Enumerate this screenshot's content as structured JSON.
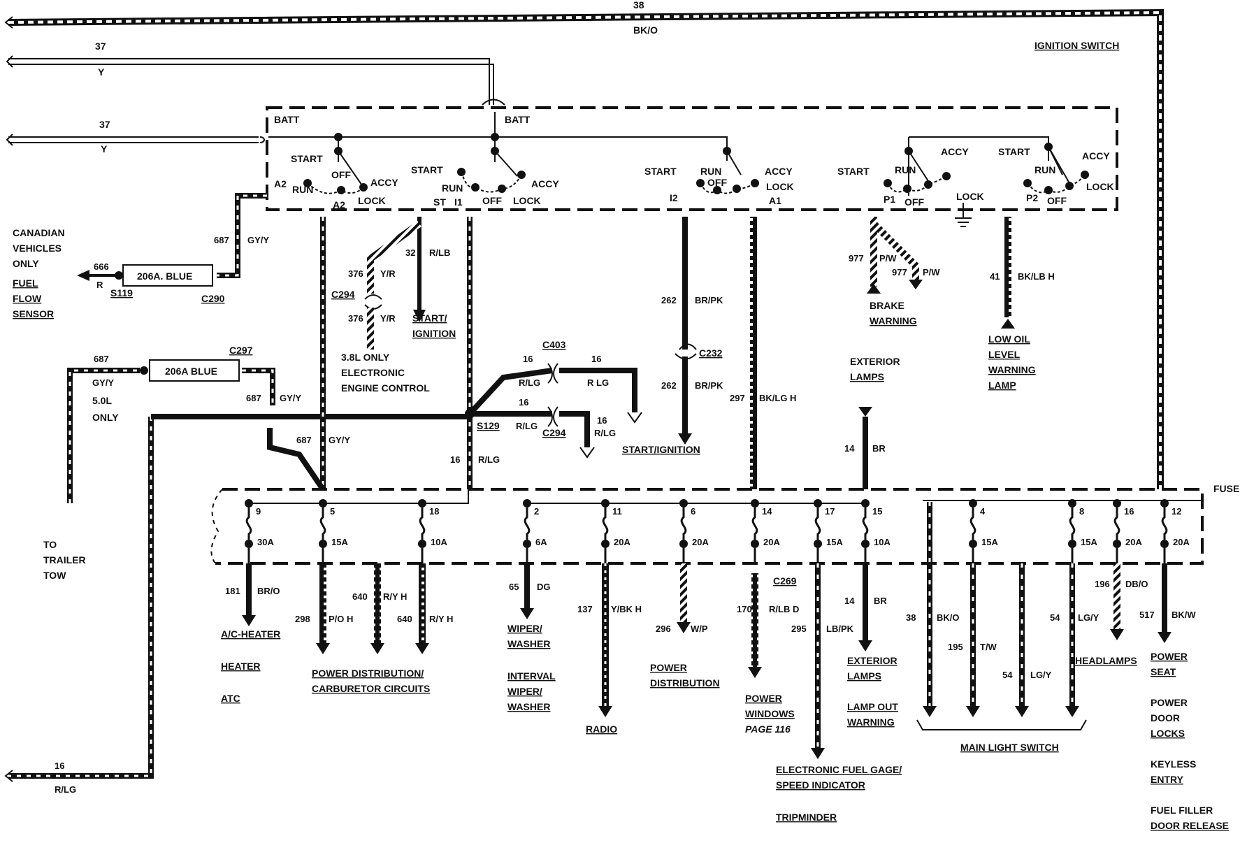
{
  "wires": {
    "w38": {
      "num": "38",
      "color": "BK/O"
    },
    "w37a": {
      "num": "37",
      "color": "Y"
    },
    "w37b": {
      "num": "37",
      "color": "Y"
    },
    "w687": {
      "num": "687",
      "color": "GY/Y"
    },
    "w666": {
      "num": "666",
      "color": "R"
    },
    "w687b": {
      "num": "687",
      "color": "GY/Y"
    },
    "w687c": {
      "num": "687",
      "color": "GY/Y"
    },
    "w687d": {
      "num": "687",
      "color": "GY/Y"
    },
    "w16t": {
      "num": "16",
      "color": "R/LG"
    },
    "w32": {
      "num": "32",
      "color": "R/LB"
    },
    "w376a": {
      "num": "376",
      "color": "Y/R"
    },
    "w376b": {
      "num": "376",
      "color": "Y/R"
    },
    "w16a": {
      "num": "16",
      "color": "R/LG"
    },
    "w16b": {
      "num": "16",
      "color": "R LG"
    },
    "w16c": {
      "num": "16",
      "color": "R/LG"
    },
    "w16d": {
      "num": "16",
      "color": "R/LG"
    },
    "w16e": {
      "num": "16",
      "color": "R/LG"
    },
    "w262a": {
      "num": "262",
      "color": "BR/PK"
    },
    "w262b": {
      "num": "262",
      "color": "BR/PK"
    },
    "w297": {
      "num": "297",
      "color": "BK/LG H"
    },
    "w977a": {
      "num": "977",
      "color": "P/W"
    },
    "w977b": {
      "num": "977",
      "color": "P/W"
    },
    "w41": {
      "num": "41",
      "color": "BK/LB H"
    },
    "w14": {
      "num": "14",
      "color": "BR"
    },
    "w181": {
      "num": "181",
      "color": "BR/O"
    },
    "w298": {
      "num": "298",
      "color": "P/O H"
    },
    "w640a": {
      "num": "640",
      "color": "R/Y H"
    },
    "w640b": {
      "num": "640",
      "color": "R/Y H"
    },
    "w65": {
      "num": "65",
      "color": "DG"
    },
    "w137": {
      "num": "137",
      "color": "Y/BK H"
    },
    "w296": {
      "num": "296",
      "color": "W/P"
    },
    "w170": {
      "num": "170",
      "color": "R/LB D"
    },
    "w295": {
      "num": "295",
      "color": "LB/PK"
    },
    "w14b": {
      "num": "14",
      "color": "BR"
    },
    "w38b": {
      "num": "38",
      "color": "BK/O"
    },
    "w195": {
      "num": "195",
      "color": "T/W"
    },
    "w54a": {
      "num": "54",
      "color": "LG/Y"
    },
    "w54b": {
      "num": "54",
      "color": "LG/Y"
    },
    "w196": {
      "num": "196",
      "color": "DB/O"
    },
    "w517": {
      "num": "517",
      "color": "BK/W"
    }
  },
  "switch": {
    "title": "IGNITION SWITCH",
    "batt": "BATT",
    "start": "START",
    "run": "RUN",
    "off": "OFF",
    "accy": "ACCY",
    "lock": "LOCK",
    "a2": "A2",
    "st": "ST",
    "i1": "I1",
    "i2": "I2",
    "a1": "A1",
    "p1": "P1",
    "p2": "P2"
  },
  "connectors": {
    "c290": "C290",
    "s119": "S119",
    "c297": "C297",
    "c294": "C294",
    "c294b": "C294",
    "c403": "C403",
    "s129": "S129",
    "c232": "C232",
    "c269": "C269"
  },
  "modules": {
    "blue1": "206A. BLUE",
    "blue2": "206A BLUE"
  },
  "fuse_panel": {
    "title": "FUSE PANEL",
    "fuses": [
      {
        "n": "9",
        "a": "30A"
      },
      {
        "n": "5",
        "a": "15A"
      },
      {
        "n": "18",
        "a": "10A"
      },
      {
        "n": "2",
        "a": "6A"
      },
      {
        "n": "11",
        "a": "20A"
      },
      {
        "n": "6",
        "a": "20A"
      },
      {
        "n": "14",
        "a": "20A"
      },
      {
        "n": "17",
        "a": "15A"
      },
      {
        "n": "15",
        "a": "10A"
      },
      {
        "n": "4",
        "a": "15A"
      },
      {
        "n": "8",
        "a": "15A"
      },
      {
        "n": "16",
        "a": "20A"
      },
      {
        "n": "12",
        "a": "20A"
      }
    ]
  },
  "labels": {
    "canadian": [
      "CANADIAN",
      "VEHICLES",
      "ONLY"
    ],
    "fuel_flow": [
      "FUEL",
      "FLOW",
      "SENSOR"
    ],
    "five_l": [
      "5.0L",
      "ONLY"
    ],
    "trailer": [
      "TO",
      "TRAILER",
      "TOW"
    ],
    "start_ign": [
      "START/",
      "IGNITION"
    ],
    "eec": [
      "3.8L ONLY",
      "ELECTRONIC",
      "ENGINE CONTROL"
    ],
    "start_ign2": "START/IGNITION",
    "brake": [
      "BRAKE",
      "WARNING"
    ],
    "low_oil": [
      "LOW OIL",
      "LEVEL",
      "WARNING",
      "LAMP"
    ],
    "ext_lamps_top": [
      "EXTERIOR",
      "LAMPS"
    ],
    "ac": [
      "A/C-HEATER",
      "HEATER",
      "ATC"
    ],
    "power_dist": [
      "POWER DISTRIBUTION/",
      "CARBURETOR CIRCUITS"
    ],
    "wiper": [
      "WIPER/",
      "WASHER"
    ],
    "interval": [
      "INTERVAL",
      "WIPER/",
      "WASHER"
    ],
    "radio": "RADIO",
    "power_dist2": [
      "POWER",
      "DISTRIBUTION"
    ],
    "power_windows": [
      "POWER",
      "WINDOWS",
      "PAGE 116"
    ],
    "fuel_gage": [
      "ELECTRONIC FUEL GAGE/",
      "SPEED INDICATOR",
      "TRIPMINDER"
    ],
    "ext_lamps": [
      "EXTERIOR",
      "LAMPS",
      "LAMP OUT",
      "WARNING"
    ],
    "main_light": "MAIN LIGHT SWITCH",
    "headlamps": "HEADLAMPS",
    "power_seat": [
      "POWER",
      "SEAT"
    ],
    "door_locks": [
      "POWER",
      "DOOR",
      "LOCKS"
    ],
    "keyless": [
      "KEYLESS",
      "ENTRY"
    ],
    "fuel_filler": [
      "FUEL FILLER",
      "DOOR RELEASE"
    ]
  }
}
